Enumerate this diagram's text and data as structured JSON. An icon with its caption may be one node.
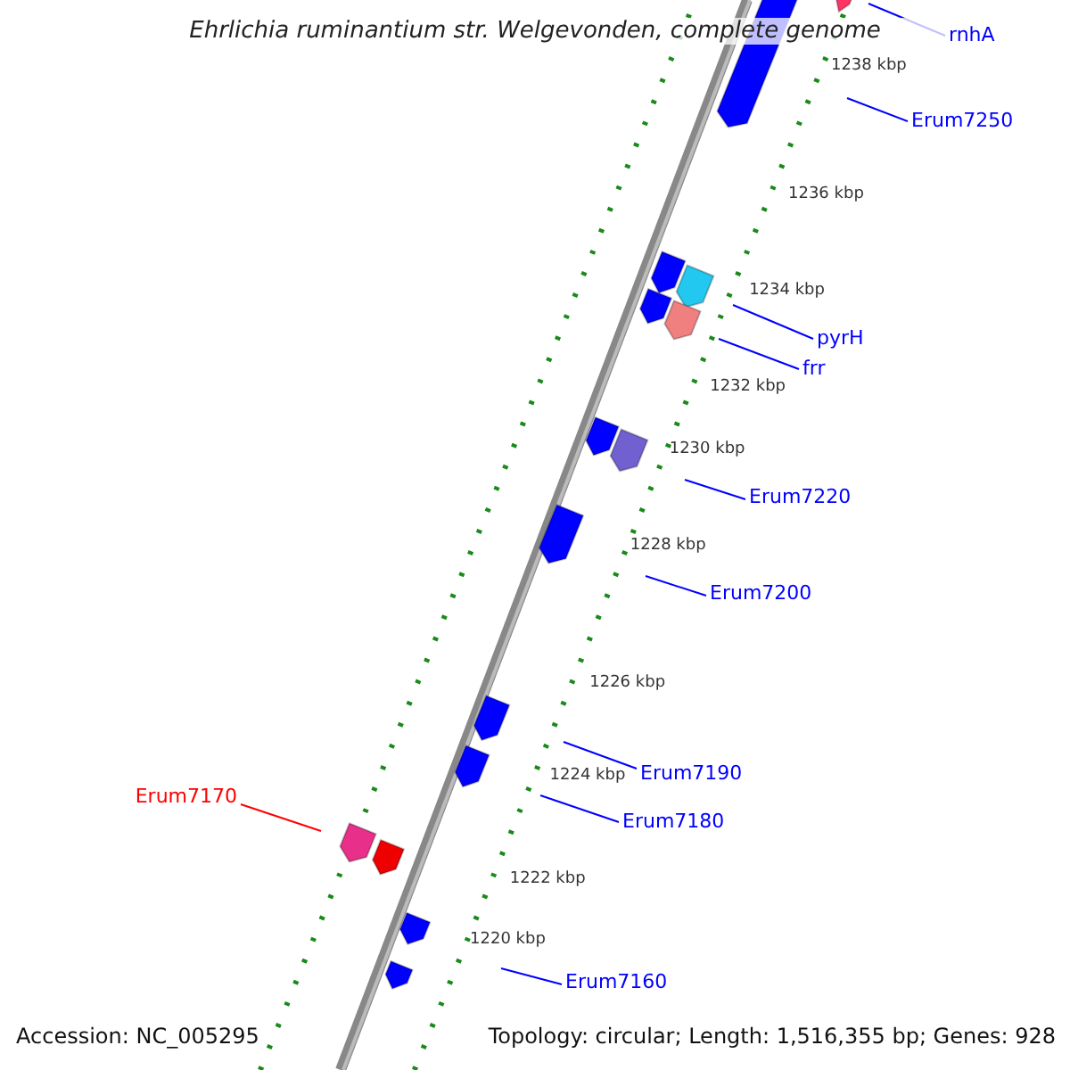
{
  "diagram": {
    "title": "Ehrlichia ruminantium str. Welgevonden, complete genome",
    "nodes": [
      {
        "text": [
          "rnhA"
        ]
      },
      {
        "text": [
          "Erum7250"
        ]
      },
      {
        "text": [
          "pyrH"
        ]
      },
      {
        "text": [
          "frr"
        ]
      },
      {
        "text": [
          "Erum7220"
        ]
      },
      {
        "text": [
          "Erum7200"
        ]
      },
      {
        "text": [
          "Erum7190"
        ]
      },
      {
        "text": [
          "Erum7180"
        ]
      },
      {
        "text": [
          "Erum7170"
        ]
      },
      {
        "text": [
          "Erum7160"
        ]
      }
    ],
    "edges": [
      {
        "from": 0,
        "to": null,
        "arrow": "none"
      },
      {
        "from": 1,
        "to": null,
        "arrow": "none"
      },
      {
        "from": 2,
        "to": null,
        "arrow": "none"
      },
      {
        "from": 3,
        "to": null,
        "arrow": "none"
      },
      {
        "from": 4,
        "to": null,
        "arrow": "none"
      },
      {
        "from": 5,
        "to": null,
        "arrow": "none"
      },
      {
        "from": 6,
        "to": null,
        "arrow": "none"
      },
      {
        "from": 7,
        "to": null,
        "arrow": "none"
      },
      {
        "from": 8,
        "to": null,
        "arrow": "none",
        "color": "#ff0000"
      },
      {
        "from": 9,
        "to": null,
        "arrow": "none"
      }
    ],
    "labels": [
      "1238 kbp",
      "1236 kbp",
      "1234 kbp",
      "1232 kbp",
      "1230 kbp",
      "1228 kbp",
      "1226 kbp",
      "1224 kbp",
      "1222 kbp",
      "1220 kbp",
      "Accession: NC_005295",
      "Topology: circular; Length: 1,516,355 bp; Genes: 928"
    ]
  }
}
